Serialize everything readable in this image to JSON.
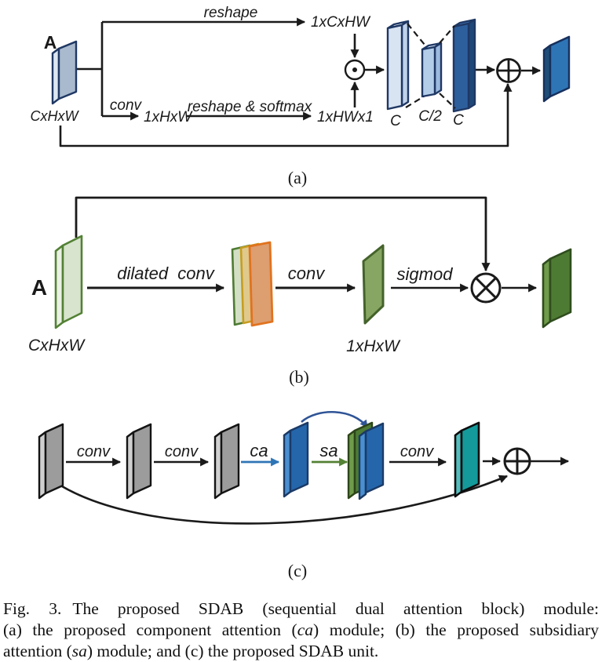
{
  "figure": {
    "panel_a": {
      "label": "(a)",
      "input_name": "A",
      "input_dims": "CxHxW",
      "reshape_edge": "reshape",
      "reshape_out_dims": "1xCxHW",
      "conv_edge": "conv",
      "conv_out_dims": "1xHxW",
      "softmax_edge": "reshape & softmax",
      "softmax_out_dims": "1xHWx1",
      "bottleneck_bar1": "C",
      "bottleneck_bar2": "C/2",
      "bottleneck_bar3": "C"
    },
    "panel_b": {
      "label": "(b)",
      "input_name": "A",
      "input_dims": "CxHxW",
      "dilated_conv_edge": "dilated  conv",
      "conv_edge": "conv",
      "mask_dims": "1xHxW",
      "sigmoid_edge": "sigmod"
    },
    "panel_c": {
      "label": "(c)",
      "conv1_edge": "conv",
      "conv2_edge": "conv",
      "ca_edge": "ca",
      "sa_edge": "sa",
      "conv3_edge": "conv"
    },
    "icons": {
      "multiply": "circled-dot elementwise product",
      "add": "circled-plus elementwise sum",
      "times": "circled-times elementwise multiplication"
    }
  },
  "caption": {
    "fig_label": "Fig. 3.",
    "line1_rest": "The proposed SDAB (sequential dual attention block) module:",
    "line2_pre": "(a) the proposed component attention (",
    "line2_italic": "ca",
    "line2_post": ") module; (b) the proposed subsidiary",
    "line3_pre": "attention (",
    "line3_italic": "sa",
    "line3_post": ") module; and (c) the proposed SDAB unit."
  },
  "colors": {
    "line": "#1a1a1a",
    "navy_stroke": "#1f3864",
    "blue_face": "#2e75b6",
    "light_blue_face": "#d9e4f3",
    "mid_blue_face": "#b3cde9",
    "dark_blue_face": "#2d5f9d",
    "green_stroke": "#538135",
    "light_green_face": "#d8e4ce",
    "mask_green_face": "#87a663",
    "dark_green_face": "#4e7b33",
    "yellow_card": "#e0c98c",
    "orange_card": "#dd9e70",
    "gray_face": "#9c9c9c",
    "teal_face": "#149a9b",
    "ca_arrow_blue": "#2e75b6",
    "sa_arrow_green": "#538135",
    "arc_blue": "#2f5496"
  }
}
